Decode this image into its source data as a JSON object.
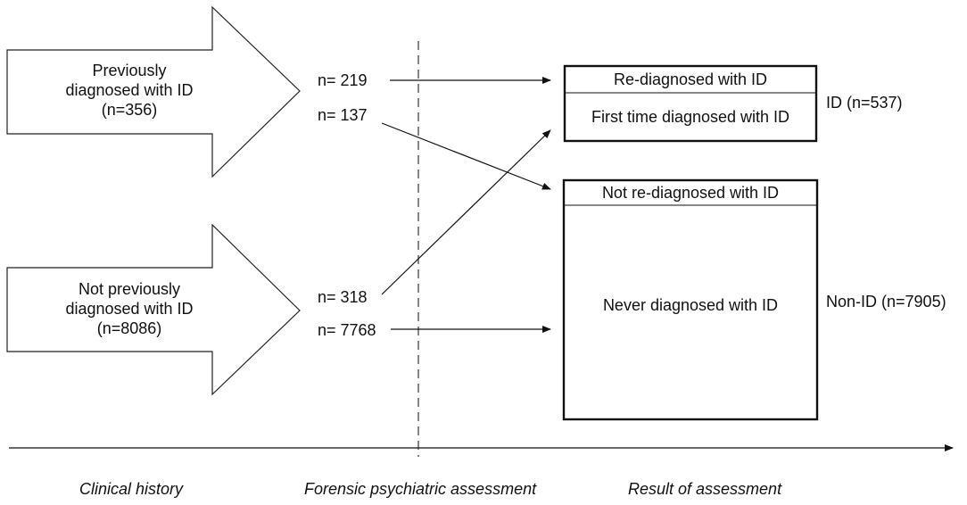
{
  "inputs": [
    {
      "lines": [
        "Previously",
        "diagnosed with ID",
        "(n=356)"
      ]
    },
    {
      "lines": [
        "Not previously",
        "diagnosed with ID",
        "(n=8086)"
      ]
    }
  ],
  "flows": {
    "n219": "n= 219",
    "n137": "n= 137",
    "n318": "n= 318",
    "n7768": "n= 7768"
  },
  "results": {
    "id_box_header": "Re-diagnosed with ID",
    "id_box_body": "First time diagnosed with ID",
    "id_total": "ID (n=537)",
    "nonid_box_header": "Not re-diagnosed with ID",
    "nonid_box_body": "Never diagnosed with ID",
    "nonid_total": "Non-ID (n=7905)"
  },
  "timeline": {
    "stage1": "Clinical history",
    "stage2": "Forensic psychiatric assessment",
    "stage3": "Result of assessment"
  }
}
